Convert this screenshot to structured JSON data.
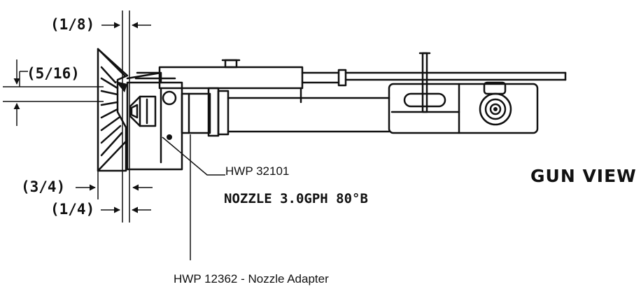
{
  "dimensions": {
    "top_gap": "(1/8)",
    "left_height": "(5/16)",
    "bottom_left": "(3/4)",
    "bottom_gap": "(1/4)"
  },
  "title": "GUN VIEW",
  "labels": {
    "part_1": "HWP 32101",
    "nozzle_spec": "NOZZLE 3.0GPH 80°B",
    "part_2": "HWP 12362 - Nozzle Adapter"
  }
}
